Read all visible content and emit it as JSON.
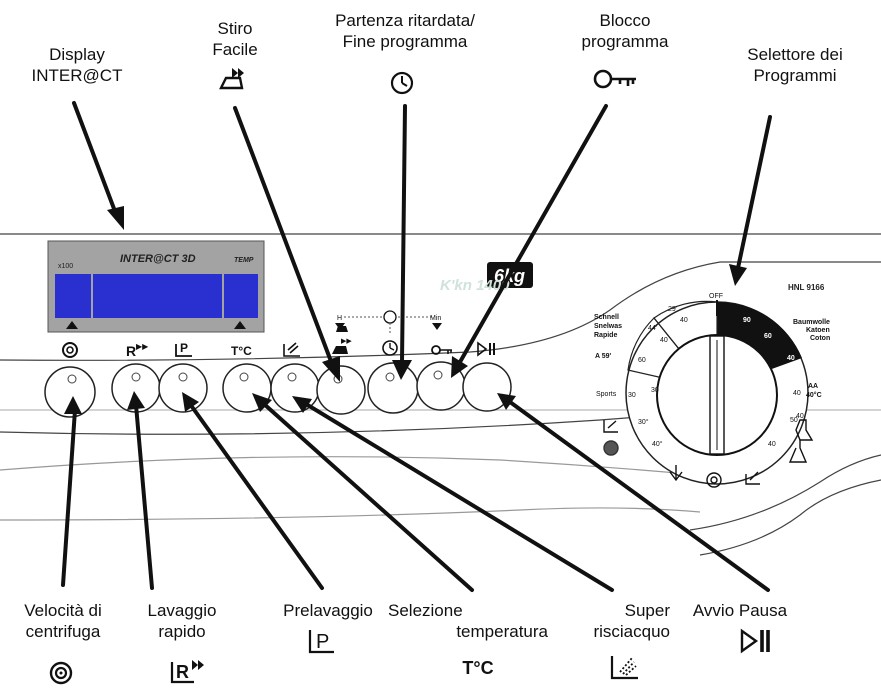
{
  "labels": {
    "display": [
      "Display",
      "INTER@CT"
    ],
    "stiro": [
      "Stiro",
      "Facile"
    ],
    "partenza": [
      "Partenza ritardata/",
      "Fine programma"
    ],
    "blocco": [
      "Blocco",
      "programma"
    ],
    "selettore": [
      "Selettore dei",
      "Programmi"
    ],
    "velocita": [
      "Velocità di",
      "centrifuga"
    ],
    "lavaggio": [
      "Lavaggio",
      "rapido"
    ],
    "prelavaggio": [
      "Prelavaggio"
    ],
    "selezione": [
      "Selezione",
      "temperatura"
    ],
    "super": [
      "Super",
      "risciacquo"
    ],
    "avvio": [
      "Avvio Pausa"
    ]
  },
  "panel": {
    "display_title": "INTER@CT 3D",
    "display_left_mark": "x100",
    "display_right_mark": "TEMP",
    "capacity_badge": "6kg",
    "brand_faded": "K'kn 1400",
    "model": "HNL 9166",
    "temp_symbol": "T°C",
    "timer_h": "H",
    "timer_min": "Min"
  },
  "dial": {
    "off": "OFF",
    "left_top": [
      "Schnell",
      "Snelwas",
      "Rapide"
    ],
    "right_top": [
      "Baumwolle",
      "Katoen",
      "Coton"
    ],
    "a59": "A 59'",
    "sports": "Sports",
    "aa": [
      "AA",
      "40°C"
    ],
    "marks": [
      "29'",
      "40",
      "44'",
      "40",
      "60",
      "90",
      "60",
      "40",
      "30",
      "40",
      "30°",
      "40°",
      "40",
      "30",
      "40",
      "50"
    ]
  },
  "colors": {
    "display_blue": "#2a2fd0",
    "display_bezel": "#9a9a9a",
    "line": "#111111"
  }
}
